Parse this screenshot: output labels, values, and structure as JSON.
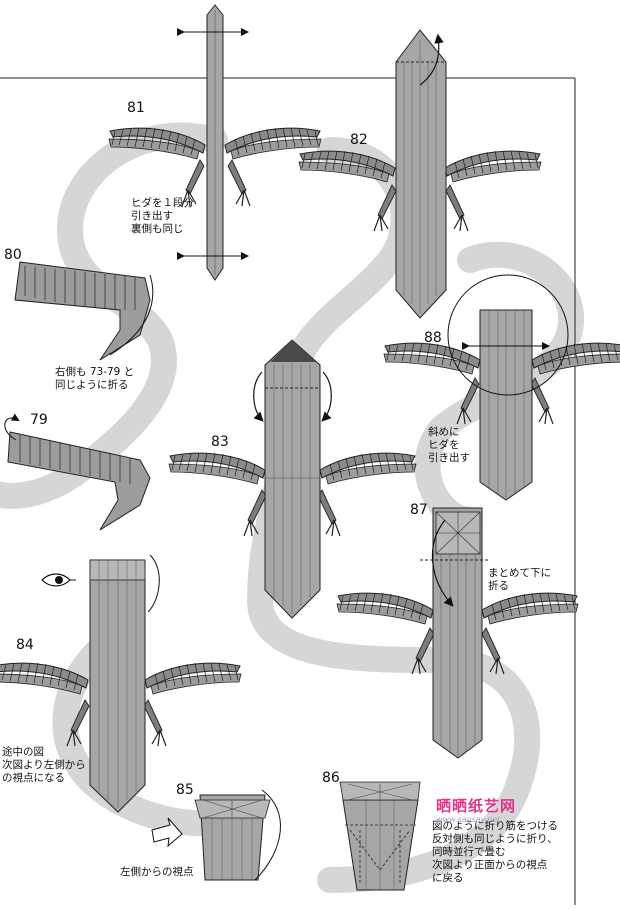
{
  "steps": {
    "s80": "80",
    "s81": "81",
    "s82": "82",
    "s79": "79",
    "s83": "83",
    "s88": "88",
    "s87": "87",
    "s84": "84",
    "s85": "85",
    "s86": "86"
  },
  "notes": {
    "n81": "ヒダを１段分\n引き出す\n裏側も同じ",
    "n80": "右側も 73-79 と\n同じように折る",
    "n88": "斜めに\nヒダを\n引き出す",
    "n87": "まとめて下に\n折る",
    "n84": "途中の図\n次図より左側から\nの視点になる",
    "n85": "左側からの視点",
    "n86": "図のように折り筋をつける\n反対側も同じように折り、\n同時並行で畳む\n次図より正面からの視点\nに戻る"
  },
  "watermark": {
    "name": "晒晒纸艺网",
    "url": "www.saysay.net"
  },
  "colors": {
    "paper": "#a6a6a6",
    "paper_dark": "#7d7d7d",
    "tip_dark": "#4a4a4a",
    "path_band": "#d6d6d6",
    "line": "#222222",
    "watermark": "#e0368a"
  },
  "icons": [
    "eye-icon",
    "curved-arrow-icon",
    "double-arrow-icon"
  ]
}
